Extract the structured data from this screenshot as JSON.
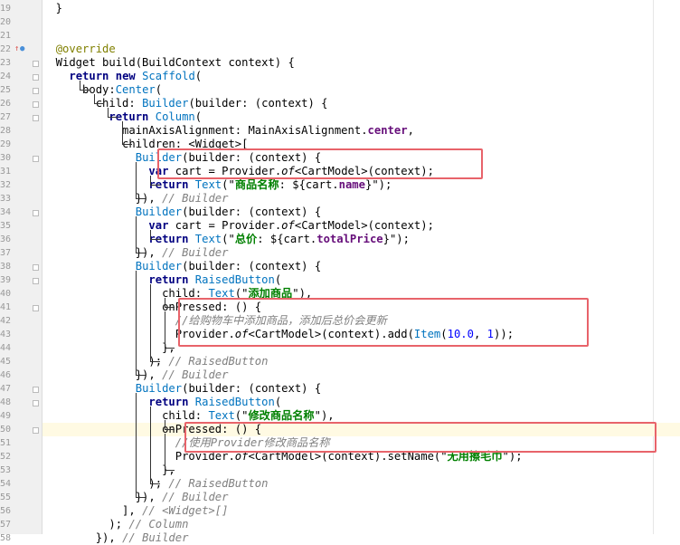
{
  "editor": {
    "current_line_index": 31,
    "start_line_number": 19,
    "colors": {
      "keyword": "#000080",
      "class": "#0073bf",
      "annotation": "#808000",
      "field": "#660e7a",
      "number": "#0000ff",
      "string": "#008000",
      "comment": "#808080",
      "highlight_box": "#e8636a",
      "current_line": "#fffae3"
    },
    "gutter_markers": [
      {
        "line_index": 3,
        "icon": "override-marker-icon",
        "glyph": "↑",
        "color": "#d9534f"
      },
      {
        "line_index": 3,
        "icon": "bookmark-icon",
        "glyph": "●",
        "color": "#4a90d9"
      }
    ],
    "lines": [
      [
        {
          "t": "  }"
        }
      ],
      [
        {
          "t": ""
        }
      ],
      [
        {
          "t": ""
        }
      ],
      [
        {
          "t": "  "
        },
        {
          "t": "@override",
          "c": "ann"
        }
      ],
      [
        {
          "t": "  Widget build(BuildContext context) {"
        }
      ],
      [
        {
          "t": "    "
        },
        {
          "t": "return",
          "c": "kw"
        },
        {
          "t": " "
        },
        {
          "t": "new",
          "c": "kw"
        },
        {
          "t": " "
        },
        {
          "t": "Scaffold",
          "c": "cls"
        },
        {
          "t": "("
        }
      ],
      [
        {
          "t": "      body:"
        },
        {
          "t": "Center",
          "c": "cls"
        },
        {
          "t": "("
        }
      ],
      [
        {
          "t": "        child: "
        },
        {
          "t": "Builder",
          "c": "cls"
        },
        {
          "t": "(builder: (context) {"
        }
      ],
      [
        {
          "t": "          "
        },
        {
          "t": "return",
          "c": "kw"
        },
        {
          "t": " "
        },
        {
          "t": "Column",
          "c": "cls"
        },
        {
          "t": "("
        }
      ],
      [
        {
          "t": "            mainAxisAlignment: MainAxisAlignment."
        },
        {
          "t": "center",
          "c": "field"
        },
        {
          "t": ","
        }
      ],
      [
        {
          "t": "            children: <Widget>["
        }
      ],
      [
        {
          "t": "              "
        },
        {
          "t": "Builder",
          "c": "cls"
        },
        {
          "t": "(builder: (context) {"
        }
      ],
      [
        {
          "t": "                "
        },
        {
          "t": "var",
          "c": "kw"
        },
        {
          "t": " cart = Provider."
        },
        {
          "t": "of",
          "c": "it"
        },
        {
          "t": "<CartModel>(context);"
        }
      ],
      [
        {
          "t": "                "
        },
        {
          "t": "return",
          "c": "kw"
        },
        {
          "t": " "
        },
        {
          "t": "Text",
          "c": "cls"
        },
        {
          "t": "(\""
        },
        {
          "t": "商品名称",
          "c": "str"
        },
        {
          "t": ": ${cart."
        },
        {
          "t": "name",
          "c": "field"
        },
        {
          "t": "}\");"
        }
      ],
      [
        {
          "t": "              }), "
        },
        {
          "t": "// Builder",
          "c": "cmt"
        }
      ],
      [
        {
          "t": "              "
        },
        {
          "t": "Builder",
          "c": "cls"
        },
        {
          "t": "(builder: (context) {"
        }
      ],
      [
        {
          "t": "                "
        },
        {
          "t": "var",
          "c": "kw"
        },
        {
          "t": " cart = Provider."
        },
        {
          "t": "of",
          "c": "it"
        },
        {
          "t": "<CartModel>(context);"
        }
      ],
      [
        {
          "t": "                "
        },
        {
          "t": "return",
          "c": "kw"
        },
        {
          "t": " "
        },
        {
          "t": "Text",
          "c": "cls"
        },
        {
          "t": "(\""
        },
        {
          "t": "总价",
          "c": "str"
        },
        {
          "t": ": ${cart."
        },
        {
          "t": "totalPrice",
          "c": "field"
        },
        {
          "t": "}\");"
        }
      ],
      [
        {
          "t": "              }), "
        },
        {
          "t": "// Builder",
          "c": "cmt"
        }
      ],
      [
        {
          "t": "              "
        },
        {
          "t": "Builder",
          "c": "cls"
        },
        {
          "t": "(builder: (context) {"
        }
      ],
      [
        {
          "t": "                "
        },
        {
          "t": "return",
          "c": "kw"
        },
        {
          "t": " "
        },
        {
          "t": "RaisedButton",
          "c": "cls"
        },
        {
          "t": "("
        }
      ],
      [
        {
          "t": "                  child: "
        },
        {
          "t": "Text",
          "c": "cls"
        },
        {
          "t": "(\""
        },
        {
          "t": "添加商品",
          "c": "str"
        },
        {
          "t": "\"),"
        }
      ],
      [
        {
          "t": "                  onPressed: () {"
        }
      ],
      [
        {
          "t": "                    "
        },
        {
          "t": "//给购物车中添加商品，添加后总价会更新",
          "c": "cmt"
        }
      ],
      [
        {
          "t": "                    Provider."
        },
        {
          "t": "of",
          "c": "it"
        },
        {
          "t": "<CartModel>(context).add("
        },
        {
          "t": "Item",
          "c": "cls"
        },
        {
          "t": "("
        },
        {
          "t": "10.0",
          "c": "num"
        },
        {
          "t": ", "
        },
        {
          "t": "1",
          "c": "num"
        },
        {
          "t": "));"
        }
      ],
      [
        {
          "t": "                  },"
        }
      ],
      [
        {
          "t": "                ); "
        },
        {
          "t": "// RaisedButton",
          "c": "cmt"
        }
      ],
      [
        {
          "t": "              }), "
        },
        {
          "t": "// Builder",
          "c": "cmt"
        }
      ],
      [
        {
          "t": "              "
        },
        {
          "t": "Builder",
          "c": "cls"
        },
        {
          "t": "(builder: (context) {"
        }
      ],
      [
        {
          "t": "                "
        },
        {
          "t": "return",
          "c": "kw"
        },
        {
          "t": " "
        },
        {
          "t": "RaisedButton",
          "c": "cls"
        },
        {
          "t": "("
        }
      ],
      [
        {
          "t": "                  child: "
        },
        {
          "t": "Text",
          "c": "cls"
        },
        {
          "t": "(\""
        },
        {
          "t": "修改商品名称",
          "c": "str"
        },
        {
          "t": "\"),"
        }
      ],
      [
        {
          "t": "                  onPressed: () {"
        }
      ],
      [
        {
          "t": "                    "
        },
        {
          "t": "//使用Provider修改商品名称",
          "c": "cmt"
        }
      ],
      [
        {
          "t": "                    Provider."
        },
        {
          "t": "of",
          "c": "it"
        },
        {
          "t": "<CartModel>(context).setName(\""
        },
        {
          "t": "无用擦毛巾",
          "c": "str"
        },
        {
          "t": "\");"
        }
      ],
      [
        {
          "t": "                  },"
        }
      ],
      [
        {
          "t": "                ); "
        },
        {
          "t": "// RaisedButton",
          "c": "cmt"
        }
      ],
      [
        {
          "t": "              }), "
        },
        {
          "t": "// Builder",
          "c": "cmt"
        }
      ],
      [
        {
          "t": "            ], "
        },
        {
          "t": "// <Widget>[]",
          "c": "cmt"
        }
      ],
      [
        {
          "t": "          ); "
        },
        {
          "t": "// Column",
          "c": "cmt"
        }
      ],
      [
        {
          "t": "        }), "
        },
        {
          "t": "// Builder",
          "c": "cmt"
        }
      ]
    ]
  }
}
